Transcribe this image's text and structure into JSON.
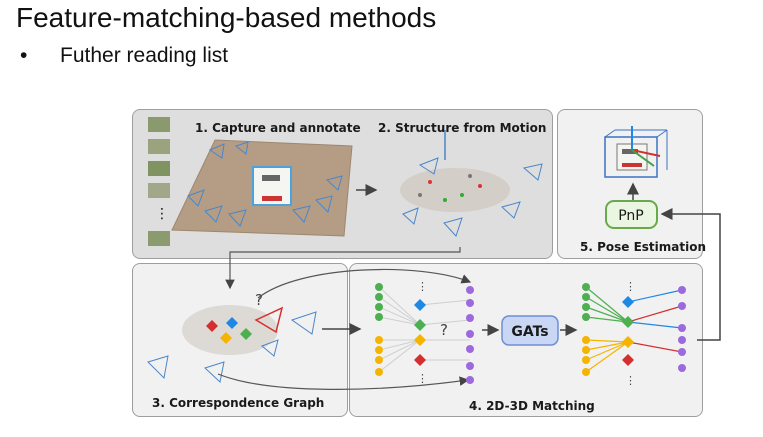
{
  "slide": {
    "title": "Feature-matching-based methods",
    "bullet": "Futher reading list"
  },
  "diagram": {
    "step1": "1. Capture and annotate",
    "step2": "2. Structure from Motion",
    "step3": "3. Correspondence Graph",
    "step4": "4. 2D-3D Matching",
    "step5": "5. Pose Estimation",
    "pnp": "PnP",
    "gats": "GATs",
    "question": "?"
  },
  "colors": {
    "green": "#4caf50",
    "yellow": "#f4b400",
    "red": "#d32f2f",
    "blue": "#1e88e5",
    "purple": "#9c6ade",
    "pnp_border": "#6aa84f",
    "gats_fill": "#c9d7f5"
  }
}
